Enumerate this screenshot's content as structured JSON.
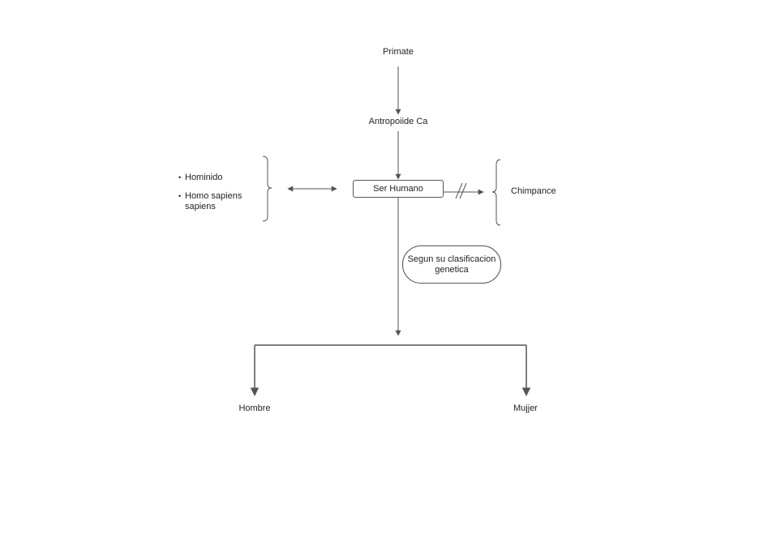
{
  "nodes": {
    "primate": "Primate",
    "antropoide": "Antropoiide Ca",
    "ser_humano": "Ser Humano",
    "chimpance": "Chimpance",
    "clasificacion_line1": "Segun su clasificacion",
    "clasificacion_line2": "genetica",
    "hombre": "Hombre",
    "mujer": "Mujjer"
  },
  "left_group": {
    "bullet_symbol": "•",
    "items": [
      "Hominido",
      "Homo sapiens",
      "sapiens"
    ]
  },
  "colors": {
    "line": "#555555",
    "text": "#222222",
    "background": "#ffffff"
  }
}
